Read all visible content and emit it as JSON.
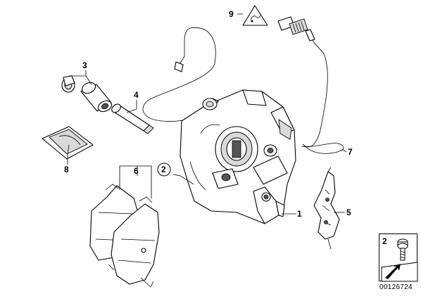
{
  "diagram": {
    "callouts": {
      "c1": "1",
      "c2": "2",
      "c3": "3",
      "c4": "4",
      "c5": "5",
      "c6": "6",
      "c7": "7",
      "c8": "8",
      "c9": "9"
    },
    "legend": {
      "number": "2"
    },
    "catalog_number": "00126724"
  }
}
